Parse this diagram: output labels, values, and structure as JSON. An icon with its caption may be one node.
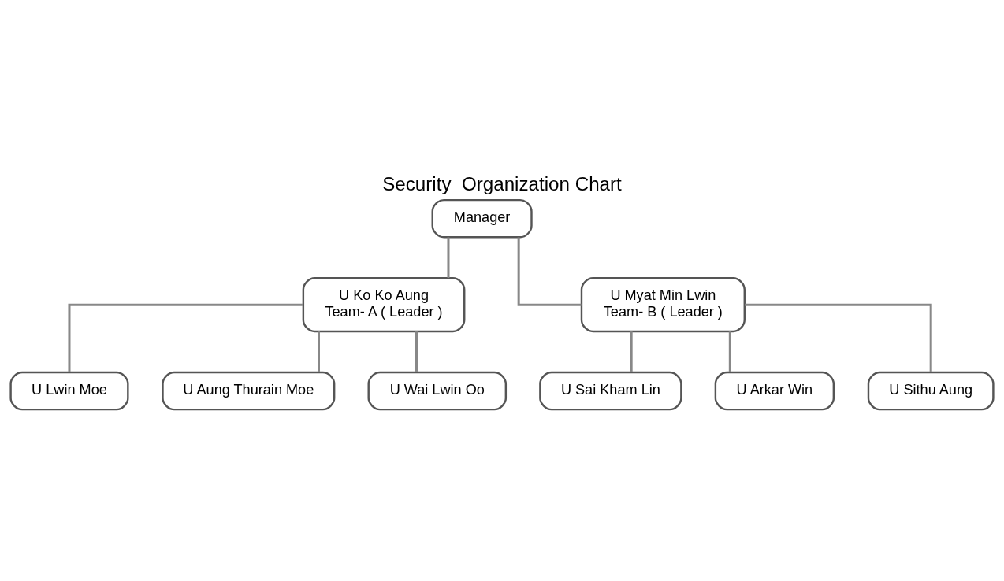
{
  "diagram": {
    "title": "Security  Organization Chart",
    "nodes": [
      {
        "text": [
          "Manager"
        ]
      },
      {
        "text": [
          "U Ko Ko Aung",
          "Team- A ( Leader )"
        ]
      },
      {
        "text": [
          "U Myat Min Lwin",
          "Team- B ( Leader )"
        ]
      },
      {
        "text": [
          "U Lwin Moe"
        ]
      },
      {
        "text": [
          "U Aung Thurain Moe"
        ]
      },
      {
        "text": [
          "U Wai Lwin Oo"
        ]
      },
      {
        "text": [
          "U Sai Kham Lin"
        ]
      },
      {
        "text": [
          "U Arkar Win"
        ]
      },
      {
        "text": [
          "U Sithu Aung"
        ]
      }
    ],
    "edges": [
      {
        "from": 0,
        "to": 1,
        "arrow": "none"
      },
      {
        "from": 0,
        "to": 2,
        "arrow": "none"
      },
      {
        "from": 1,
        "to": 3,
        "arrow": "none"
      },
      {
        "from": 1,
        "to": 4,
        "arrow": "none"
      },
      {
        "from": 1,
        "to": 5,
        "arrow": "none"
      },
      {
        "from": 2,
        "to": 6,
        "arrow": "none"
      },
      {
        "from": 2,
        "to": 7,
        "arrow": "none"
      },
      {
        "from": 2,
        "to": 8,
        "arrow": "none"
      }
    ]
  }
}
